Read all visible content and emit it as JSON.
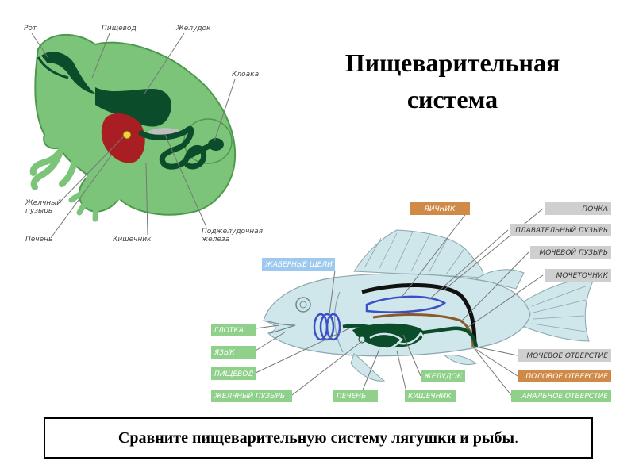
{
  "title": {
    "line1": "Пищеварительная",
    "line2": "система"
  },
  "frog": {
    "labels": {
      "mouth": "Рот",
      "esophagus": "Пищевод",
      "stomach": "Желудок",
      "cloaca": "Клоака",
      "gallbladder_1": "Желчный",
      "gallbladder_2": "пузырь",
      "liver": "Печень",
      "intestine": "Кишечник",
      "pancreas_1": "Поджелудочная",
      "pancreas_2": "железа"
    }
  },
  "fish": {
    "labels": {
      "ovary": "ЯИЧНИК",
      "kidney": "ПОЧКА",
      "swim_bladder": "ПЛАВАТЕЛЬНЫЙ ПУЗЫРЬ",
      "urinary_bladder": "МОЧЕВОЙ ПУЗЫРЬ",
      "ureter": "МОЧЕТОЧНИК",
      "gill_slits": "ЖАБЕРНЫЕ ЩЕЛИ",
      "pharynx": "ГЛОТКА",
      "tongue": "ЯЗЫК",
      "esophagus": "ПИЩЕВОД",
      "gallbladder": "ЖЕЛЧНЫЙ ПУЗЫРЬ",
      "liver": "ПЕЧЕНЬ",
      "intestine": "КИШЕЧНИК",
      "stomach": "ЖЕЛУДОК",
      "urinary_opening": "МОЧЕВОЕ ОТВЕРСТИЕ",
      "genital_opening": "ПОЛОВОЕ ОТВЕРСТИЕ",
      "anal_opening": "АНАЛЬНОЕ ОТВЕРСТИЕ"
    }
  },
  "question": {
    "text": "Сравните пищеварительную систему лягушки и рыбы",
    "end": "."
  },
  "colors": {
    "frog_body": "#7cc47a",
    "frog_outline": "#4e9a4c",
    "organ_dark": "#0b4d2a",
    "liver_red": "#a81e22",
    "fish_body": "#cfe6ea",
    "tag_green": "#8fd18a",
    "tag_gray": "#cfcfcf",
    "tag_orange": "#d08a48",
    "tag_blue": "#9ec9ef"
  }
}
